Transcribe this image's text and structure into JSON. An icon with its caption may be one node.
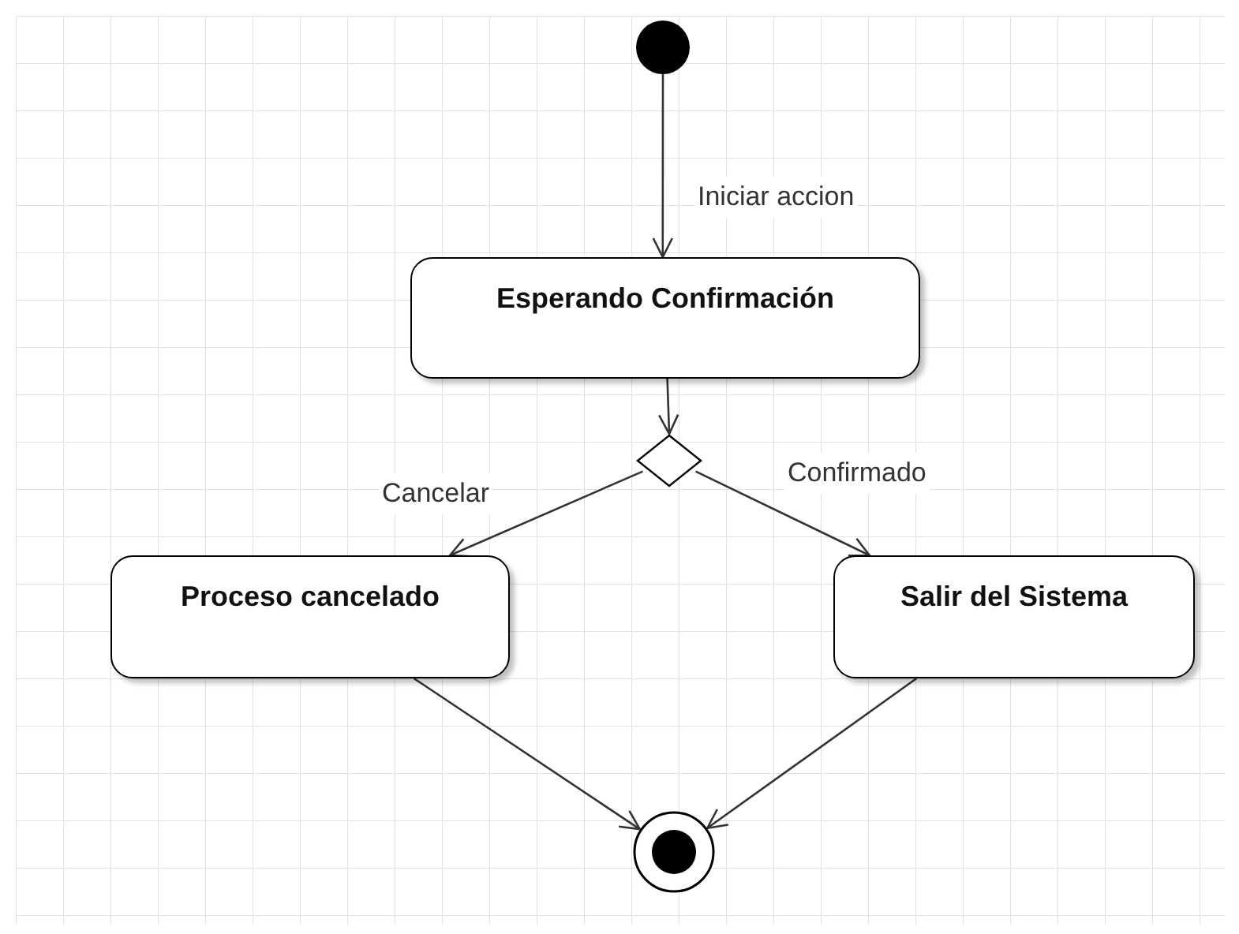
{
  "diagram": {
    "nodes": [
      {
        "text": [],
        "shape": "circle"
      },
      {
        "text": [
          "Esperando Confirmación"
        ]
      },
      {
        "text": [],
        "shape": "diamond"
      },
      {
        "text": [
          "Proceso cancelado"
        ]
      },
      {
        "text": [
          "Salir del Sistema"
        ]
      },
      {
        "text": [],
        "shape": "bullseye"
      }
    ],
    "edges": [
      {
        "from": 0,
        "to": 1,
        "arrow": "to",
        "label": "Iniciar accion"
      },
      {
        "from": 1,
        "to": 2,
        "arrow": "to"
      },
      {
        "from": 2,
        "to": 3,
        "arrow": "to",
        "label": "Cancelar"
      },
      {
        "from": 2,
        "to": 4,
        "arrow": "to",
        "label": "Confirmado"
      },
      {
        "from": 3,
        "to": 5,
        "arrow": "to"
      },
      {
        "from": 4,
        "to": 5,
        "arrow": "to"
      }
    ]
  }
}
